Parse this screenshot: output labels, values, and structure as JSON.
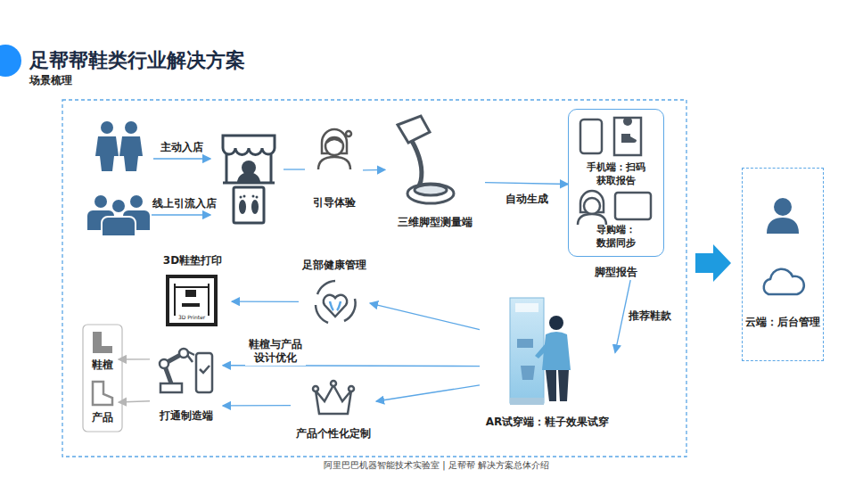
{
  "diagram": {
    "title": "足帮帮鞋类行业解决方案",
    "caption": "阿里巴巴机器智能技术实验室 | 足帮帮 解决方案总体介绍",
    "nodes": [
      {
        "text": [
          "引导体验"
        ]
      },
      {
        "text": [
          "三维脚型测量端"
        ]
      },
      {
        "text": [
          "脚型报告"
        ]
      },
      {
        "text": [
          "手机端：扫码获取报告"
        ],
        "in": 2
      },
      {
        "text": [
          "导购端：数据同步"
        ],
        "in": 2
      },
      {
        "text": [
          "AR试穿端：鞋子效果试穿"
        ]
      },
      {
        "text": [
          "足部健康管理"
        ]
      },
      {
        "text": [
          "3D鞋垫打印"
        ]
      },
      {
        "text": [
          "打通制造端"
        ]
      },
      {
        "text": [
          "产品个性化定制"
        ]
      },
      {
        "text": [
          "鞋楦"
        ]
      },
      {
        "text": [
          "产品"
        ]
      },
      {
        "text": [
          "云端：后台管理"
        ]
      }
    ],
    "edges": [
      {
        "from": 0,
        "to": 1,
        "arrow": "to"
      },
      {
        "from": 1,
        "to": 2,
        "label": "自动生成",
        "arrow": "to"
      },
      {
        "from": 2,
        "to": 5,
        "label": "推荐鞋款",
        "arrow": "to"
      },
      {
        "from": 5,
        "to": 6,
        "arrow": "to"
      },
      {
        "from": 6,
        "to": 7,
        "arrow": "to"
      },
      {
        "from": 5,
        "to": 8,
        "label": "鞋楦与产品设计优化",
        "arrow": "to"
      },
      {
        "from": 5,
        "to": 9,
        "arrow": "to"
      },
      {
        "from": 9,
        "to": 8,
        "arrow": "to"
      },
      {
        "from": 8,
        "to": 10,
        "arrow": "to"
      },
      {
        "from": 8,
        "to": 11,
        "arrow": "to"
      }
    ],
    "labels": [
      "场景梳理",
      "主动入店",
      "线上引流入店",
      "3D Printer"
    ]
  }
}
